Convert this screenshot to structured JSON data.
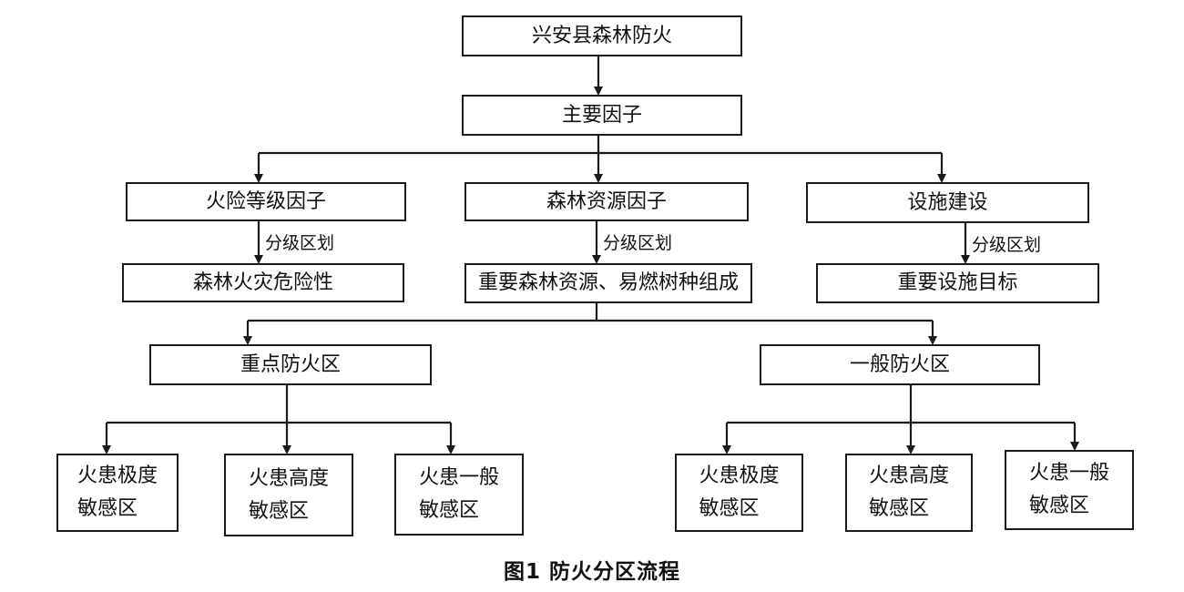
{
  "nodes": {
    "root": "兴安县森林防火",
    "factors": "主要因子",
    "fire_risk_factor": "火险等级因子",
    "forest_resource_factor": "森林资源因子",
    "facility_factor": "设施建设",
    "fire_hazard": "森林火灾危险性",
    "forest_species": "重要森林资源、易燃树种组成",
    "facility_target": "重要设施目标",
    "key_zone": "重点防火区",
    "general_zone": "一般防火区",
    "key_extreme": {
      "line1": "火患极度",
      "line2": "敏感区"
    },
    "key_high": {
      "line1": "火患高度",
      "line2": "敏感区"
    },
    "key_general": {
      "line1": "火患一般",
      "line2": "敏感区"
    },
    "gen_extreme": {
      "line1": "火患极度",
      "line2": "敏感区"
    },
    "gen_high": {
      "line1": "火患高度",
      "line2": "敏感区"
    },
    "gen_general": {
      "line1": "火患一般",
      "line2": "敏感区"
    }
  },
  "edge_labels": {
    "left": "分级区划",
    "middle": "分级区划",
    "right": "分级区划"
  },
  "caption": "图1  防火分区流程"
}
